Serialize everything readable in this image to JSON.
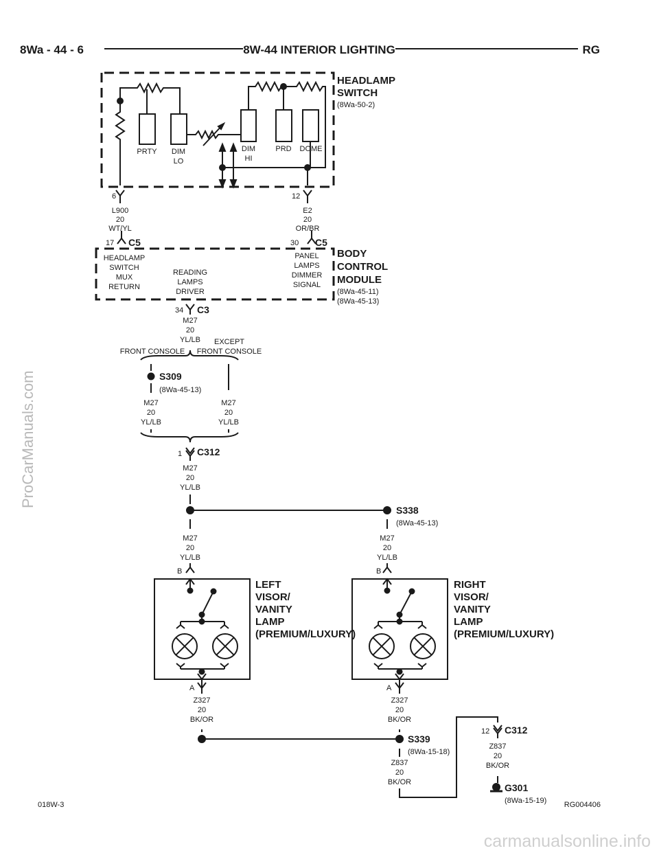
{
  "header": {
    "left": "8Wa - 44 - 6",
    "center": "8W-44 INTERIOR LIGHTING",
    "right": "RG"
  },
  "headlamp_switch": {
    "name_line1": "HEADLAMP",
    "name_line2": "SWITCH",
    "ref": "(8Wa-50-2)",
    "elements": [
      "PRTY",
      "DIM",
      "LO",
      "DIM",
      "HI",
      "PRD",
      "DOME"
    ],
    "pin_left": "6",
    "pin_right": "12"
  },
  "wire_l900": [
    "L900",
    "20",
    "WT/YL"
  ],
  "wire_e2": [
    "E2",
    "20",
    "OR/BR"
  ],
  "body_control_module": {
    "name_line1": "BODY",
    "name_line2": "CONTROL",
    "name_line3": "MODULE",
    "ref1": "(8Wa-45-11)",
    "ref2": "(8Wa-45-13)",
    "pin_left": "17",
    "conn_left": "C5",
    "pin_right": "30",
    "conn_right": "C5",
    "label_left": [
      "HEADLAMP",
      "SWITCH",
      "MUX",
      "RETURN"
    ],
    "label_mid": [
      "READING",
      "LAMPS",
      "DRIVER"
    ],
    "label_right": [
      "PANEL",
      "LAMPS",
      "DIMMER",
      "SIGNAL"
    ],
    "pin_bottom": "34",
    "conn_bottom": "C3"
  },
  "wire_m27_a": [
    "M27",
    "20",
    "YL/LB"
  ],
  "options": {
    "left": "FRONT CONSOLE",
    "right_line1": "EXCEPT",
    "right_line2": "FRONT CONSOLE"
  },
  "splice_s309": {
    "name": "S309",
    "ref": "(8Wa-45-13)"
  },
  "wire_m27_b": [
    "M27",
    "20",
    "YL/LB"
  ],
  "wire_m27_c": [
    "M27",
    "20",
    "YL/LB"
  ],
  "conn_c312_top": {
    "pin": "1",
    "name": "C312"
  },
  "wire_m27_d": [
    "M27",
    "20",
    "YL/LB"
  ],
  "splice_s338": {
    "name": "S338",
    "ref": "(8Wa-45-13)"
  },
  "wire_m27_e": [
    "M27",
    "20",
    "YL/LB"
  ],
  "wire_m27_f": [
    "M27",
    "20",
    "YL/LB"
  ],
  "left_lamp": {
    "pin_top": "B",
    "pin_bottom": "A",
    "name": [
      "LEFT",
      "VISOR/",
      "VANITY",
      "LAMP",
      "(PREMIUM/LUXURY)"
    ]
  },
  "right_lamp": {
    "pin_top": "B",
    "pin_bottom": "A",
    "name": [
      "RIGHT",
      "VISOR/",
      "VANITY",
      "LAMP",
      "(PREMIUM/LUXURY)"
    ]
  },
  "wire_z327_l": [
    "Z327",
    "20",
    "BK/OR"
  ],
  "wire_z327_r": [
    "Z327",
    "20",
    "BK/OR"
  ],
  "splice_s339": {
    "name": "S339",
    "ref": "(8Wa-15-18)"
  },
  "wire_z837_a": [
    "Z837",
    "20",
    "BK/OR"
  ],
  "conn_c312_bottom": {
    "pin": "12",
    "name": "C312"
  },
  "wire_z837_b": [
    "Z837",
    "20",
    "BK/OR"
  ],
  "ground_g301": {
    "name": "G301",
    "ref": "(8Wa-15-19)"
  },
  "footer": {
    "left": "018W-3",
    "right": "RG004406"
  },
  "watermarks": {
    "side": "ProCarManuals.com",
    "bottom": "carmanualsonline.info"
  }
}
